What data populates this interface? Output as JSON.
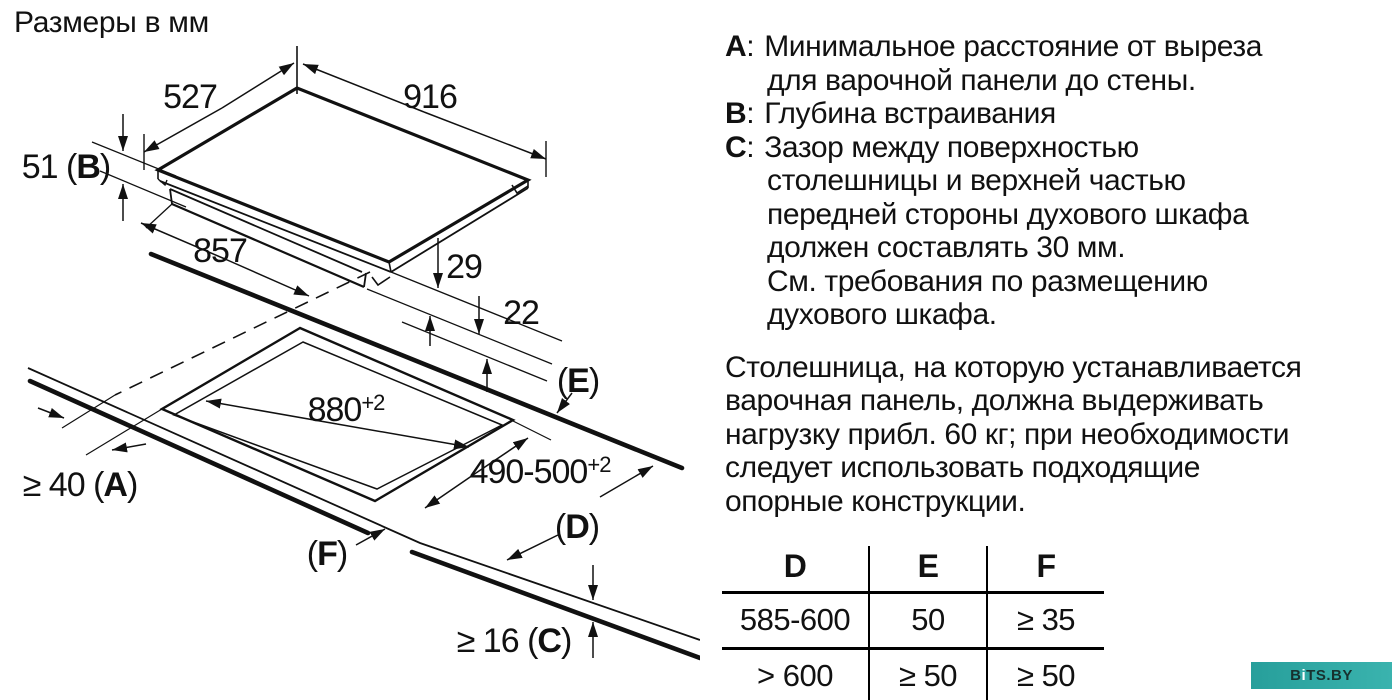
{
  "page": {
    "title": "Размеры в мм"
  },
  "diagram": {
    "dims": {
      "depth_top": "527",
      "width_top": "916",
      "body_width": "857",
      "h29": "29",
      "h22": "22"
    },
    "b_label": {
      "pre": "51 (",
      "letter": "B",
      "post": ")"
    },
    "a_label": {
      "pre": "≥ 40 (",
      "letter": "A",
      "post": ")"
    },
    "c_label": {
      "pre": "≥ 16 (",
      "letter": "C",
      "post": ")"
    },
    "e_label": {
      "pre": "(",
      "letter": "E",
      "post": ")"
    },
    "d_label": {
      "pre": "(",
      "letter": "D",
      "post": ")"
    },
    "f_label": {
      "pre": "(",
      "letter": "F",
      "post": ")"
    },
    "cutout_width": {
      "val": "880",
      "sup": "+2"
    },
    "cutout_depth": {
      "val": "490-500",
      "sup": "+2"
    }
  },
  "legend": {
    "items": [
      {
        "letter": "A",
        "sep": ":",
        "lines": [
          "Минимальное расстояние от выреза",
          "для варочной панели до стены."
        ]
      },
      {
        "letter": "B",
        "sep": ":",
        "lines": [
          "Глубина встраивания"
        ]
      },
      {
        "letter": "C",
        "sep": ":",
        "lines": [
          "Зазор между поверхностью",
          "столешницы и верхней частью",
          "передней стороны духового шкафа",
          "должен составлять 30 мм.",
          "См. требования по размещению",
          "духового шкафа."
        ]
      }
    ]
  },
  "paragraph": {
    "lines": [
      "Столешница, на которую устанавливается",
      "варочная панель, должна выдерживать",
      "нагрузку прибл. 60 кг; при необходимости",
      "следует использовать подходящие",
      "опорные конструкции."
    ]
  },
  "spec_table": {
    "headers": [
      "D",
      "E",
      "F"
    ],
    "rows": [
      [
        "585-600",
        "50",
        "≥ 35"
      ],
      [
        "> 600",
        "≥ 50",
        "≥ 50"
      ]
    ]
  },
  "watermark": {
    "b": "B",
    "i": "i",
    "rest": "TS.BY",
    "color": "#2fa8a4"
  }
}
